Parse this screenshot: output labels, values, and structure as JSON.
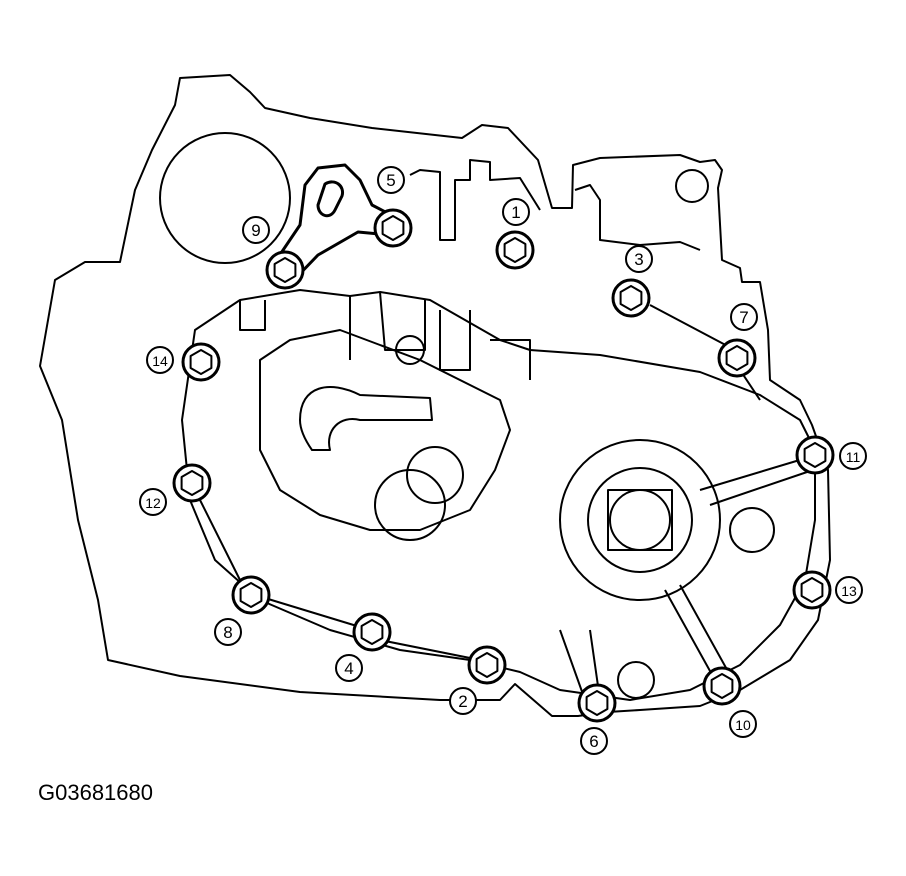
{
  "caption": "G03681680",
  "bolts": [
    {
      "label": "1"
    },
    {
      "label": "2"
    },
    {
      "label": "3"
    },
    {
      "label": "4"
    },
    {
      "label": "5"
    },
    {
      "label": "6"
    },
    {
      "label": "7"
    },
    {
      "label": "8"
    },
    {
      "label": "9"
    },
    {
      "label": "10"
    },
    {
      "label": "11"
    },
    {
      "label": "12"
    },
    {
      "label": "13"
    },
    {
      "label": "14"
    }
  ]
}
